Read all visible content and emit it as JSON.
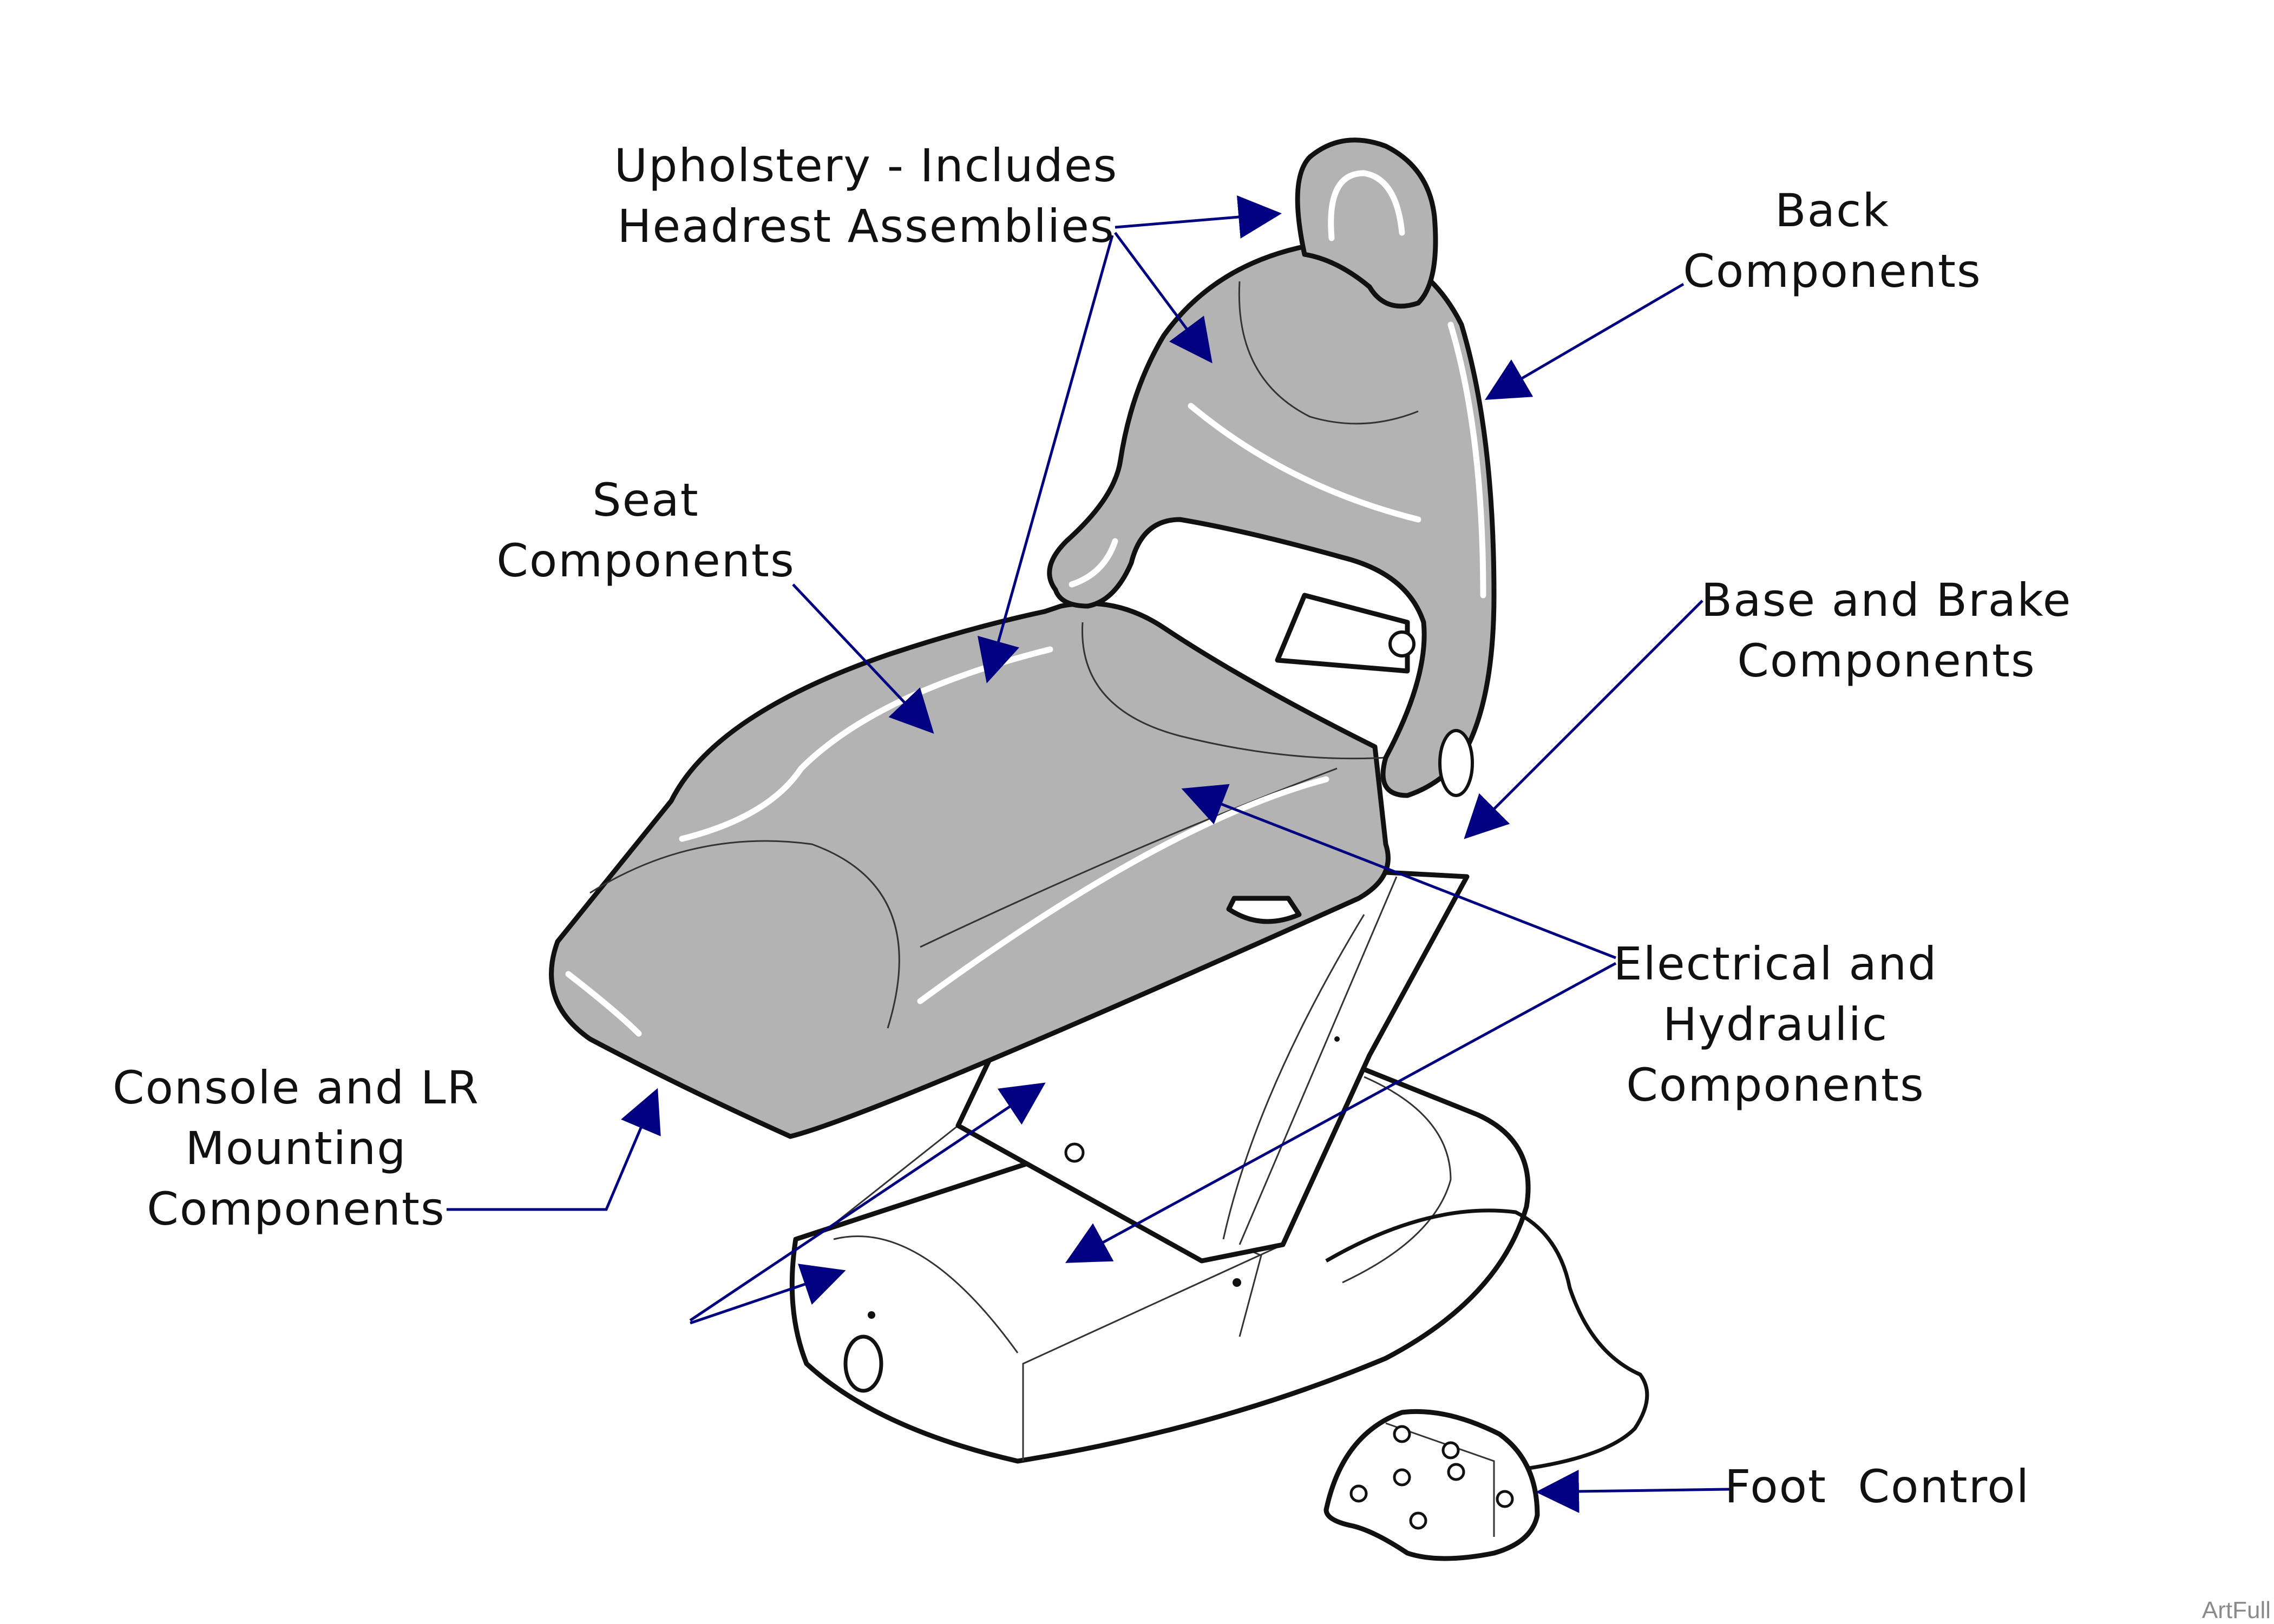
{
  "labels": {
    "upholstery": [
      "Upholstery - Includes",
      "Headrest Assemblies"
    ],
    "back": [
      "Back",
      "Components"
    ],
    "seat": [
      "Seat",
      "Components"
    ],
    "base_brake": [
      "Base and Brake",
      "Components"
    ],
    "electrical_hydraulic": [
      "Electrical and",
      "Hydraulic",
      "Components"
    ],
    "console_lr": [
      "Console and LR",
      "Mounting",
      "Components"
    ],
    "foot_control": "Foot  Control"
  },
  "watermark": "ArtFull",
  "colors": {
    "leader": "#000080",
    "upholstery_fill": "#b3b3b3",
    "outline": "#111111",
    "background": "#ffffff"
  }
}
